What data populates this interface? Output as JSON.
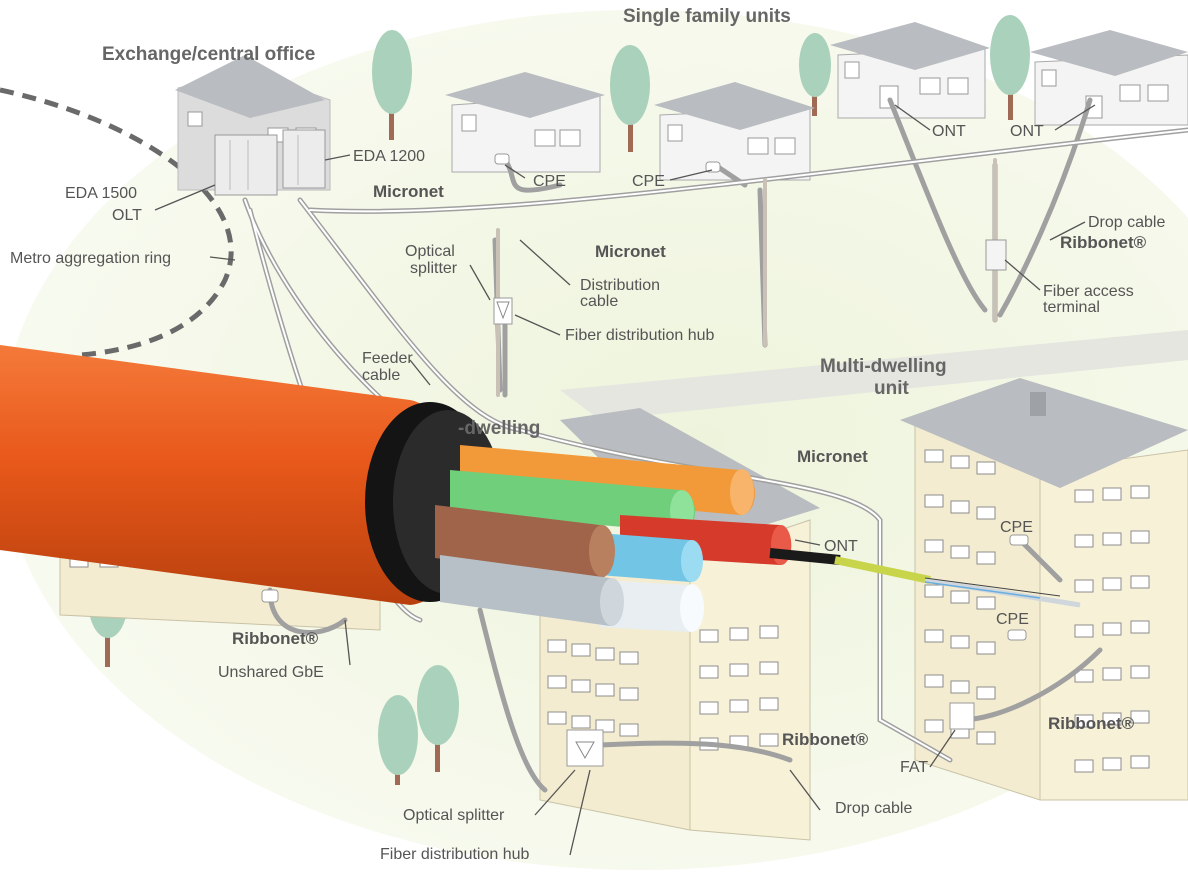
{
  "headings": {
    "exchange": "Exchange/central office",
    "single_family": "Single family units",
    "multi_dwelling_1": "Multi-dwelling",
    "multi_dwelling_2": "unit",
    "dwelling_partial": "-dwelling"
  },
  "labels": {
    "eda1200": "EDA 1200",
    "eda1500": "EDA 1500",
    "olt": "OLT",
    "metro_ring": "Metro aggregation ring",
    "micronet_1": "Micronet",
    "micronet_2": "Micronet",
    "micronet_3": "Micronet",
    "cpe_1": "CPE",
    "cpe_2": "CPE",
    "cpe_3": "CPE",
    "cpe_4": "CPE",
    "ont_1": "ONT",
    "ont_2": "ONT",
    "ont_3": "ONT",
    "optical_splitter_1a": "Optical",
    "optical_splitter_1b": "splitter",
    "distribution_cable_a": "Distribution",
    "distribution_cable_b": "cable",
    "fiber_distribution_hub_1": "Fiber distribution hub",
    "drop_cable_1": "Drop cable",
    "ribbonet_1": "Ribbonet®",
    "fiber_access_terminal_a": "Fiber access",
    "fiber_access_terminal_b": "terminal",
    "feeder_cable_a": "Feeder",
    "feeder_cable_b": "cable",
    "ribbonet_2": "Ribbonet®",
    "unshared_gbe": "Unshared GbE",
    "ribbonet_3": "Ribbonet®",
    "ribbonet_4": "Ribbonet®",
    "fat": "FAT",
    "optical_splitter_2": "Optical splitter",
    "drop_cable_2": "Drop cable",
    "fiber_distribution_hub_2": "Fiber distribution hub"
  },
  "colors": {
    "cable_jacket": "#e8581a",
    "building": "#f6f1d6",
    "roof": "#b9bcc0",
    "tree": "#a9d1bb"
  }
}
